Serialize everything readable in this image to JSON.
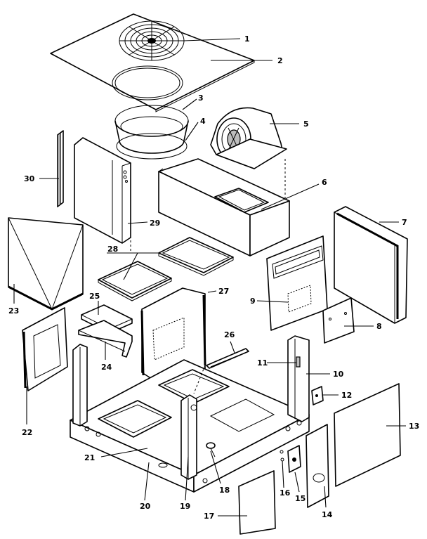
{
  "callouts": [
    {
      "id": "1",
      "text": "1"
    },
    {
      "id": "2",
      "text": "2"
    },
    {
      "id": "3",
      "text": "3"
    },
    {
      "id": "4",
      "text": "4"
    },
    {
      "id": "5",
      "text": "5"
    },
    {
      "id": "6",
      "text": "6"
    },
    {
      "id": "7",
      "text": "7"
    },
    {
      "id": "8",
      "text": "8"
    },
    {
      "id": "9",
      "text": "9"
    },
    {
      "id": "10",
      "text": "10"
    },
    {
      "id": "11",
      "text": "11"
    },
    {
      "id": "12",
      "text": "12"
    },
    {
      "id": "13",
      "text": "13"
    },
    {
      "id": "14",
      "text": "14"
    },
    {
      "id": "15",
      "text": "15"
    },
    {
      "id": "16",
      "text": "16"
    },
    {
      "id": "17",
      "text": "17"
    },
    {
      "id": "18",
      "text": "18"
    },
    {
      "id": "19",
      "text": "19"
    },
    {
      "id": "20",
      "text": "20"
    },
    {
      "id": "21",
      "text": "21"
    },
    {
      "id": "22",
      "text": "22"
    },
    {
      "id": "23",
      "text": "23"
    },
    {
      "id": "24",
      "text": "24"
    },
    {
      "id": "25",
      "text": "25"
    },
    {
      "id": "26",
      "text": "26"
    },
    {
      "id": "27",
      "text": "27"
    },
    {
      "id": "28",
      "text": "28"
    },
    {
      "id": "29",
      "text": "29"
    },
    {
      "id": "30",
      "text": "30"
    }
  ]
}
